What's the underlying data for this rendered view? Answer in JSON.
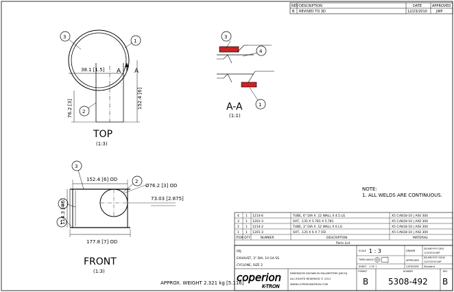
{
  "revision_block": {
    "headers": [
      "REV",
      "DESCRIPTION",
      "DATE",
      "APPROVED"
    ],
    "row": {
      "rev": "B",
      "description": "REVISED TO 3D",
      "date": "12/23/2010",
      "approved": "JWP"
    }
  },
  "views": {
    "top": {
      "title": "TOP",
      "scale": "(1:3)",
      "dim_width": "38.1 [1.5]",
      "dim_height": "152.4 [6]",
      "dim_left": "76.2 [3]",
      "section_letter": "A"
    },
    "section": {
      "title": "A-A",
      "scale": "(1:1)"
    },
    "front": {
      "title": "FRONT",
      "scale": "(1:3)",
      "dim_top": "152.4 [6] OD",
      "dim_dia": "Ø76.2 [3] OD",
      "dim_right": "73.03 [2.875]",
      "dim_left": "114.3 [4.5]",
      "dim_bottom": "177.8 [7] OD"
    }
  },
  "balloons": {
    "b1": "1",
    "b2": "2",
    "b3": "3",
    "b4": "4"
  },
  "notes": {
    "title": "NOTE:",
    "items": [
      "1.  ALL WELDS ARE CONTINUOUS."
    ]
  },
  "weight": "APPROX. WEIGHT 2.321 kg [5.116]",
  "parts_list": {
    "rows": [
      {
        "item": "4",
        "qty": "1",
        "number": "1214-6",
        "description": "TUBE, 6\" DIA X .12 WALL X 4.5 LG",
        "material": "X5 CrNi18-10 | AISI 304"
      },
      {
        "item": "3",
        "qty": "1",
        "number": "1201-3",
        "description": "SHT, .135 X 5.781 X 5.781",
        "material": "X5 CrNi18-10 | AISI 304"
      },
      {
        "item": "2",
        "qty": "1",
        "number": "1214-2",
        "description": "TUBE, 3\" DIA X .12 WALL X 6 LG",
        "material": "X5 CrNi18-10 | AISI 304"
      },
      {
        "item": "1",
        "qty": "1",
        "number": "1201-3",
        "description": "SHT, .135 X 6 X 7 OD",
        "material": "X5 CrNi18-10 | AISI 304"
      }
    ],
    "headers": [
      "ITEM",
      "QTY",
      "NUMBER",
      "DESCRIPTION",
      "MATERIAL"
    ],
    "caption": "Parts List"
  },
  "title_block": {
    "line1": "PPJ",
    "line2": "EXHAUST, 3\" DIA, 14 GA SS",
    "line3": "CYCLONE, SIZE 2",
    "scale_label": "SCALE",
    "scale_value": "1 : 3",
    "drawn_label": "DRAWN",
    "drawn_by": "DD-MM-YYYY CBOL",
    "drawn_date": "1/12/2010 JWP",
    "checked": "DD-MM-YYYY GGHA",
    "checked_date": "12/27/2010 JWP",
    "third_angle": "THIRD ANGLE",
    "approved_label": "APPROVED",
    "sheet_label": "SHEET",
    "sheet_value": "1 OF 1",
    "category_label": "CATEGORY",
    "category_value": "Standard",
    "logo_text": "coperion",
    "logo_sub": "K-TRON",
    "copyright_1": "DIMENSION SHOWN IN MILLIMETERS [INCH]",
    "copyright_2": "ALL RIGHTS RESERVED © 2011",
    "copyright_3": "WWW.COPERIONKTRON.COM",
    "format_label": "FORMAT",
    "format_value": "B",
    "number_label": "NUMBER",
    "number_value": "5308-492",
    "rev_label": "REV",
    "rev_value": "B"
  }
}
